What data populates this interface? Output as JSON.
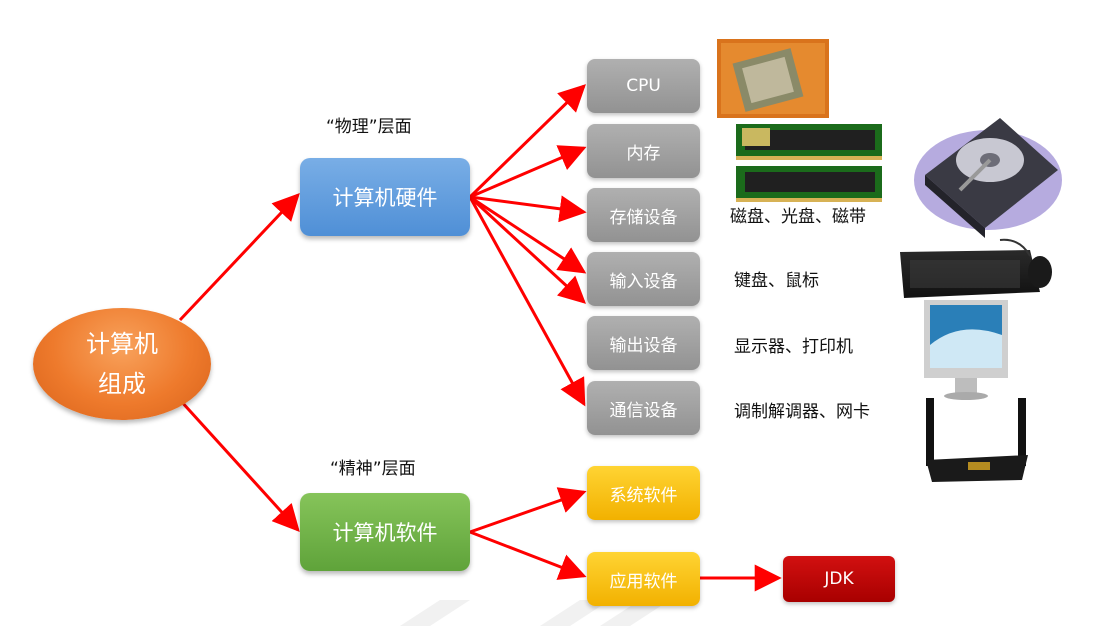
{
  "root": {
    "line1": "计算机",
    "line2": "组成"
  },
  "hardware": {
    "label": "计算机硬件",
    "layer_label": "“物理”层面"
  },
  "software": {
    "label": "计算机软件",
    "layer_label": "“精神”层面"
  },
  "hardware_items": [
    {
      "label": "CPU",
      "desc": ""
    },
    {
      "label": "内存",
      "desc": ""
    },
    {
      "label": "存储设备",
      "desc": "磁盘、光盘、磁带"
    },
    {
      "label": "输入设备",
      "desc": "键盘、鼠标"
    },
    {
      "label": "输出设备",
      "desc": "显示器、打印机"
    },
    {
      "label": "通信设备",
      "desc": "调制解调器、网卡"
    }
  ],
  "software_items": [
    {
      "label": "系统软件"
    },
    {
      "label": "应用软件"
    }
  ],
  "jdk": {
    "label": "JDK"
  },
  "colors": {
    "arrow": "#ff0000",
    "root": "#ee7a2c",
    "hardware": "#5b9bd5",
    "software": "#70ad47",
    "hardware_item": "#a5a5a5",
    "software_item": "#ffc000",
    "jdk": "#c00000"
  }
}
